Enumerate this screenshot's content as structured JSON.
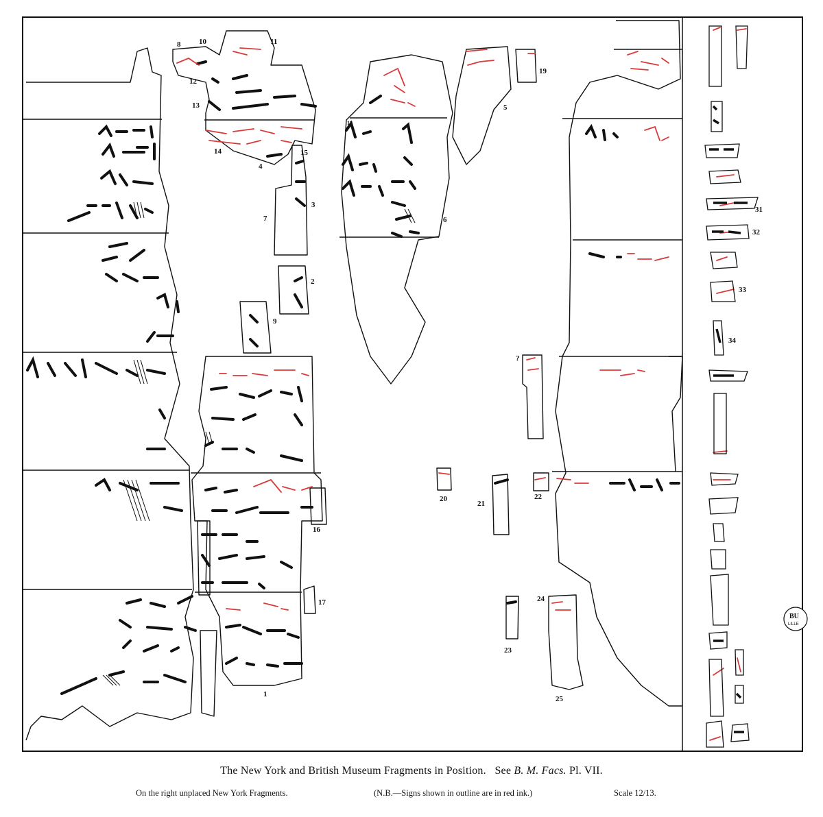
{
  "caption": {
    "main_part1": "The New York and British Museum Fragments in Position.",
    "main_see": "See",
    "main_facs": "B. M. Facs.",
    "main_plate": "Pl. VII.",
    "note_left": "On the right unplaced New York Fragments.",
    "note_mid": "(N.B.—Signs shown in outline are in red ink.)",
    "scale_label": "Scale",
    "scale_value": "12/13."
  },
  "stamp": {
    "line1": "BU",
    "line2": "LILLE"
  },
  "fragment_numbers": {
    "f1": "1",
    "f2": "2",
    "f3": "3",
    "f4": "4",
    "f5": "5",
    "f6": "6",
    "f7": "7",
    "f8": "8",
    "f9": "9",
    "f10": "10",
    "f11": "11",
    "f12": "12",
    "f13": "13",
    "f14": "14",
    "f15": "15",
    "f16": "16",
    "f17": "17",
    "f19": "19",
    "f20": "20",
    "f21": "21",
    "f22": "22",
    "f23": "23",
    "f24": "24",
    "f25": "25",
    "f31": "31",
    "f32": "32",
    "f33": "33",
    "f34": "34",
    "f_unknown": "?",
    "f_top": "18"
  },
  "colors": {
    "ink_black": "#111111",
    "ink_red": "#d93a3a",
    "paper": "#ffffff"
  }
}
